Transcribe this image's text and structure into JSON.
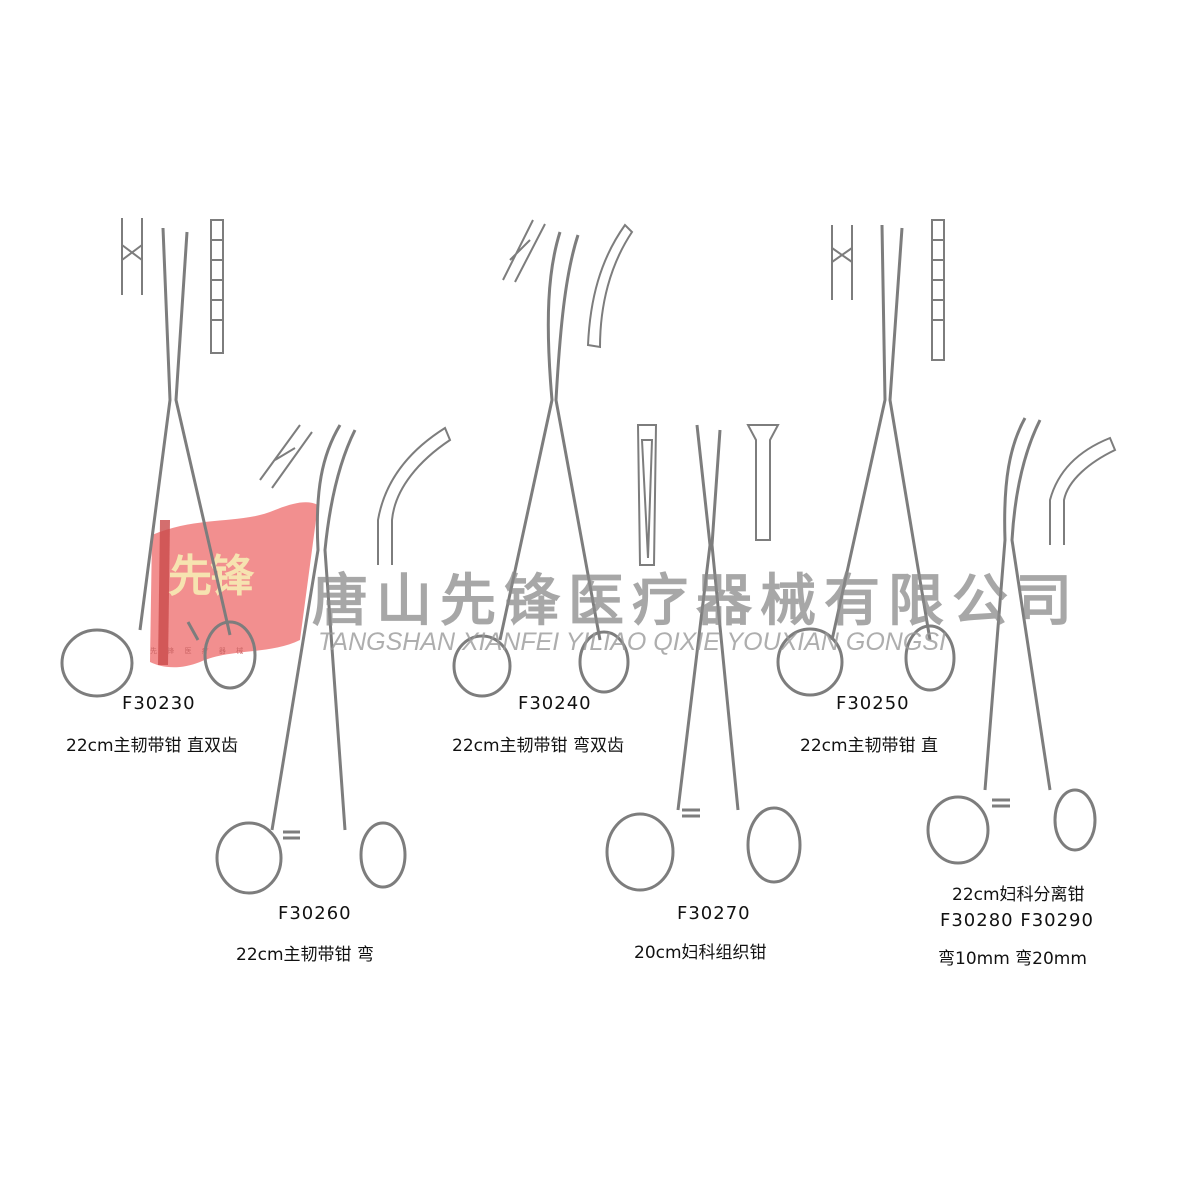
{
  "products": [
    {
      "code": "F30230",
      "desc": "22cm主韧带钳  直双齿"
    },
    {
      "code": "F30240",
      "desc": "22cm主韧带钳   弯双齿"
    },
    {
      "code": "F30250",
      "desc": "22cm主韧带钳   直"
    },
    {
      "code": "F30260",
      "desc": "22cm主韧带钳   弯"
    },
    {
      "code": "F30270",
      "desc": "20cm妇科组织钳"
    },
    {
      "codes": "F30280  F30290",
      "desc": "22cm妇科分离钳",
      "sizes": "弯10mm 弯20mm"
    }
  ],
  "watermark": {
    "company_cn": "唐山先锋医疗器械有限公司",
    "company_en": "TANGSHAN XIANFEI YILIAO QIXIE YOUXIAN GONGSI"
  },
  "logo": {
    "text": "先锋",
    "subtext": "先 锋 医 疗 器 械",
    "flag_color": "#ee6f6f"
  },
  "colors": {
    "instrument_stroke": "#7d7d7d",
    "text": "#111111"
  }
}
